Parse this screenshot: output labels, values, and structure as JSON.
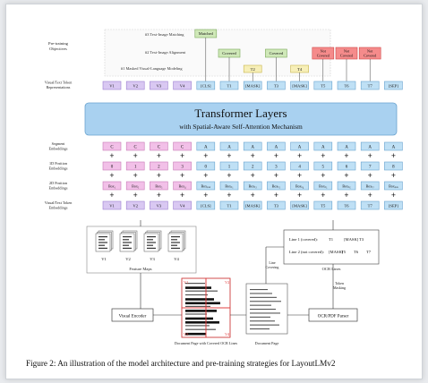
{
  "objectives": {
    "group_label": "Pre-training\nObjectives",
    "tia": "#3 Text-Image Matching",
    "tia_result": "Matched",
    "align": "#2 Text-Image Alignment",
    "mvlm": "#1 Masked Visual-Language Modeling",
    "covered": "Covered",
    "not_covered": "Not\nCovered",
    "predict_t2": "T2",
    "predict_t4": "T4"
  },
  "rows": {
    "tokens_label": "Visual/Text Token\nRepresentations",
    "segment_label": "Segment\nEmbeddings",
    "pos1d_label": "1D Position\nEmbeddings",
    "pos2d_label": "2D Position\nEmbeddings",
    "input_label": "Visual/Text Token\nEmbeddings",
    "tokens": [
      "V1",
      "V2",
      "V3",
      "V4",
      "[CLS]",
      "T1",
      "[MASK]",
      "T3",
      "[MASK]",
      "T5",
      "T6",
      "T7",
      "[SEP]"
    ],
    "segments": [
      "C",
      "C",
      "C",
      "C",
      "A",
      "A",
      "A",
      "A",
      "A",
      "A",
      "A",
      "A",
      "A"
    ],
    "pos1d": [
      "0",
      "1",
      "2",
      "3",
      "0",
      "1",
      "2",
      "3",
      "4",
      "5",
      "6",
      "7",
      "8"
    ],
    "pos2d": [
      "Box₁",
      "Box₂",
      "Box₃",
      "Box₄",
      "Boxₚₐₓ",
      "Boxₜ₁",
      "Boxₜ₂",
      "Boxₜ₃",
      "Boxₜ₄",
      "Boxₜ₅",
      "Boxₜ₆",
      "Boxₜ₇",
      "Boxₚₐₓ"
    ],
    "plus": "+"
  },
  "transformer": {
    "title": "Transformer Layers",
    "subtitle": "with Spatial-Aware Self-Attention Mechanism"
  },
  "bottom": {
    "feature_label": "Feature Maps",
    "feature_maps": [
      "V1",
      "V2",
      "V3",
      "V4"
    ],
    "visual_encoder": "Visual Encoder",
    "ocr_parser": "OCR/PDF Parser",
    "ocr_lines_label": "OCR Lines",
    "line1": "Line 1 (covered):",
    "line1_tokens": [
      "T1",
      "[MASK]",
      "T3"
    ],
    "line2": "Line 2 (not covered):",
    "line2_tokens": [
      "[MASK]",
      "T5",
      "T6",
      "T7"
    ],
    "line_covering": "Line\nCovering",
    "token_masking": "Token\nMasking",
    "doc_covered_label": "Document Page with Covered OCR Lines",
    "doc_label": "Document Page",
    "corner_labels": [
      "V1",
      "V2",
      "V3",
      "V4"
    ]
  },
  "caption": "Figure 2: An illustration of the model architecture and pre-training strategies for LayoutLMv2"
}
